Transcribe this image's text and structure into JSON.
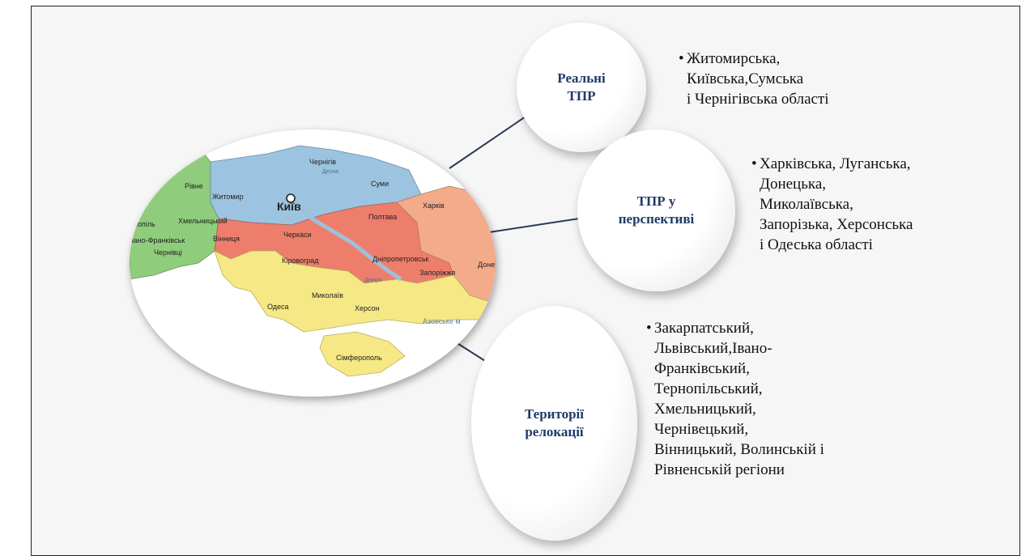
{
  "bubbles": {
    "real": {
      "line1": "Реальні",
      "line2": "ТПР"
    },
    "perspective": {
      "line1": "ТПР у",
      "line2": "перспективі"
    },
    "relocation": {
      "line1": "Території",
      "line2": "релокації"
    }
  },
  "lists": {
    "real": {
      "l1": "Житомирська,",
      "l2a": "Київська,",
      "l2b": "Сумська",
      "l3": "і Чернігівська області"
    },
    "perspective": {
      "l1": "Харківська, Луганська,",
      "l2": "Донецька,",
      "l3": "Миколаївська,",
      "l4": "Запорізька, Херсонська",
      "l5": "і  Одеська області"
    },
    "relocation": {
      "l1": "Закарпатський,",
      "l2a": "Львівський,",
      "l2b": "Івано-",
      "l3": "Франківський,",
      "l4": "Тернопільський,",
      "l5": "Хмельницький,",
      "l6": "Чернівецький,",
      "l7": "Вінницький, Волинській і",
      "l8": "Рівненській регіони"
    }
  },
  "map": {
    "cities": {
      "rivne": "Рівне",
      "zhytomyr": "Житомир",
      "kyiv": "Київ",
      "chernihiv": "Чернігів",
      "sumy": "Суми",
      "ternopil": "рнопіль",
      "khmelnytskyi": "Хмельницький",
      "ivano": "вано-Франківськ",
      "chernivtsi": "Чернівці",
      "vinnytsia": "Вінниця",
      "cherkasy": "Черкаси",
      "poltava": "Полтава",
      "kharkiv": "Харків",
      "kirovohrad": "Кіровоград",
      "dnipro": "Дніпропетровськ",
      "done": "Доне",
      "zaporizhzhia": "Запоріжжя",
      "mykolaiv": "Миколаїв",
      "odesa": "Одеса",
      "kherson": "Херсон",
      "azov": "Азовське м",
      "simferopol": "Сімферополь",
      "desna": "Десна",
      "dnipro_river": "Дніпро"
    },
    "colors": {
      "green": "#8fcd7c",
      "blue": "#9cc3e0",
      "red": "#ee7e6c",
      "orange": "#f4ab8a",
      "yellow": "#f6e885",
      "sea": "#ffffff"
    }
  },
  "colors": {
    "bubble_text": "#1f3a66",
    "connector": "#2c3a55"
  }
}
